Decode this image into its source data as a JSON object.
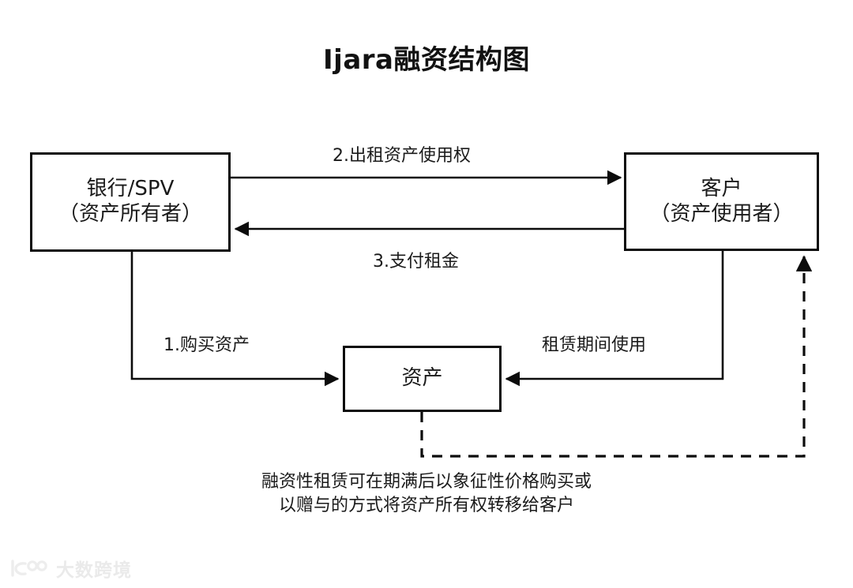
{
  "title": "Ijara融资结构图",
  "nodes": {
    "bank": {
      "line1": "银行/SPV",
      "line2": "（资产所有者）"
    },
    "customer": {
      "line1": "客户",
      "line2": "（资产使用者）"
    },
    "asset": {
      "line1": "资产"
    }
  },
  "edges": {
    "lease_out": "2.出租资产使用权",
    "pay_rent": "3.支付租金",
    "buy_asset": "1.购买资产",
    "use_during_lease": "租赁期间使用"
  },
  "caption": {
    "line1": "融资性租赁可在期满后以象征性价格购买或",
    "line2": "以赠与的方式将资产所有权转移给客户"
  },
  "watermark": {
    "text": "大数跨境",
    "logo_icon": "brand-logo-icon"
  },
  "colors": {
    "background": "#ffffff",
    "stroke": "#0c0c0c",
    "text": "#1a1a1a",
    "title": "#121212",
    "watermark": "#e9e9e9"
  }
}
